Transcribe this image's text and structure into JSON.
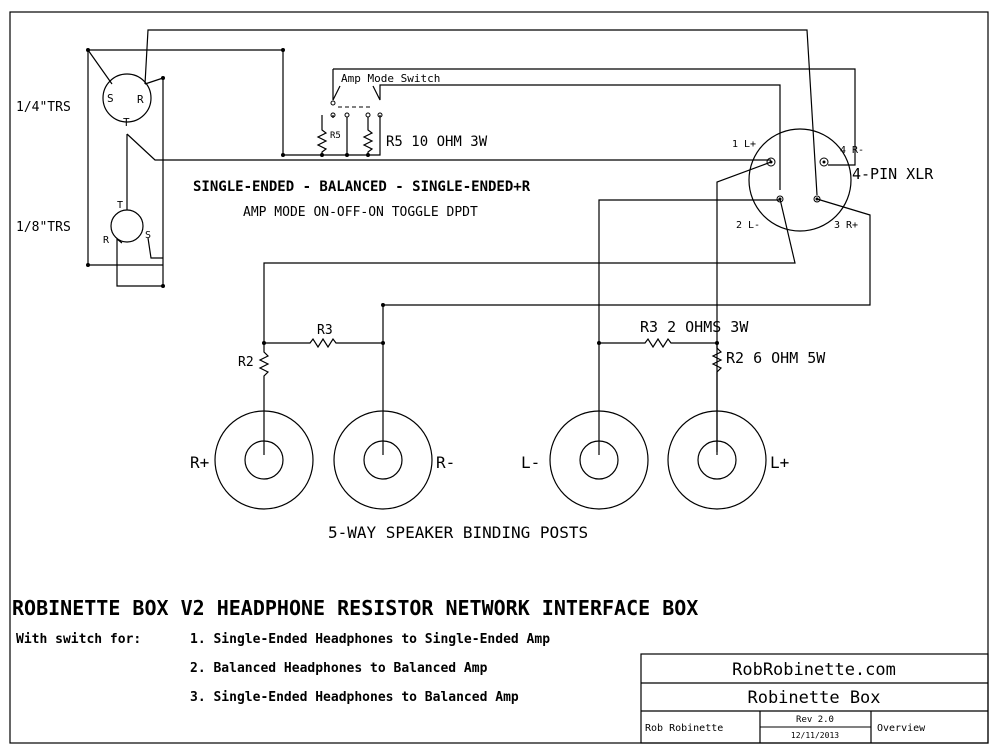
{
  "diagram": {
    "labels": {
      "trs14": "1/4\"TRS",
      "trs18": "1/8\"TRS",
      "jack_s": "S",
      "jack_r": "R",
      "jack_t": "T",
      "amp_mode_switch": "Amp Mode Switch",
      "r5_small": "R5",
      "r5_value": "R5  10 OHM 3W",
      "mode_line1": "SINGLE-ENDED - BALANCED - SINGLE-ENDED+R",
      "mode_line2": "AMP MODE ON-OFF-ON TOGGLE DPDT",
      "xlr_title": "4-PIN XLR",
      "xlr_pin1": "1 L+",
      "xlr_pin2": "2 L-",
      "xlr_pin3": "3 R+",
      "xlr_pin4": "4 R-",
      "r3_left": "R3",
      "r2_left": "R2",
      "r3_right": "R3 2 OHMS 3W",
      "r2_right": "R2 6 OHM 5W",
      "post_rplus": "R+",
      "post_rminus": "R-",
      "post_lminus": "L-",
      "post_lplus": "L+",
      "posts_caption": "5-WAY SPEAKER BINDING POSTS"
    },
    "title": "ROBINETTE BOX V2 HEADPHONE RESISTOR NETWORK INTERFACE BOX",
    "switch_intro": "With switch for:",
    "switch_options": [
      "1. Single-Ended Headphones to Single-Ended Amp",
      "2. Balanced Headphones to Balanced Amp",
      "3. Single-Ended Headphones to Balanced Amp"
    ],
    "title_block": {
      "site": "RobRobinette.com",
      "name": "Robinette Box",
      "author": "Rob Robinette",
      "rev": "Rev 2.0",
      "date": "12/11/2013",
      "sheet": "Overview"
    }
  }
}
